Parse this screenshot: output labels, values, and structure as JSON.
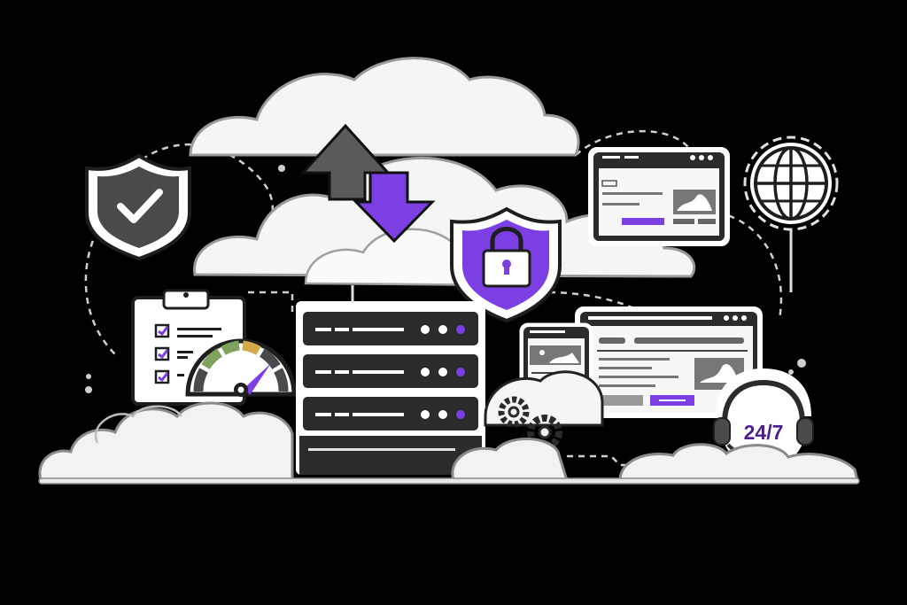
{
  "scene": {
    "title": "Cloud hosting illustration",
    "background": "#000000",
    "colors": {
      "accent": "#7B3FE4",
      "accent_dark": "#5B2A9E",
      "outline": "#1e1e1e",
      "cloud_fill": "#F5F5F5",
      "cloud_stroke": "#9a9a9a",
      "dark_panel": "#2b2b2b",
      "gray_arrow": "#5a5a5a",
      "gauge_green": "#7FA35C",
      "gauge_yellow": "#D4A94A",
      "gauge_dark": "#4a4a4a"
    }
  },
  "elements": {
    "support_badge": {
      "label": "24/7",
      "icon": "headset-icon"
    },
    "security_shield": {
      "icon": "shield-check-icon"
    },
    "lock_shield": {
      "icon": "shield-lock-icon"
    },
    "transfer_arrows": {
      "icons": [
        "upload-arrow-icon",
        "download-arrow-icon"
      ]
    },
    "globe": {
      "icon": "globe-icon"
    },
    "checklist": {
      "icon": "clipboard-checklist-icon",
      "items": 3
    },
    "gauge": {
      "icon": "speed-gauge-icon"
    },
    "server_rack": {
      "icon": "server-rack-icon",
      "units": 3
    },
    "gears": {
      "icon": "gears-icon"
    },
    "browser_windows": {
      "count": 3,
      "icon": "browser-window-icon"
    }
  }
}
